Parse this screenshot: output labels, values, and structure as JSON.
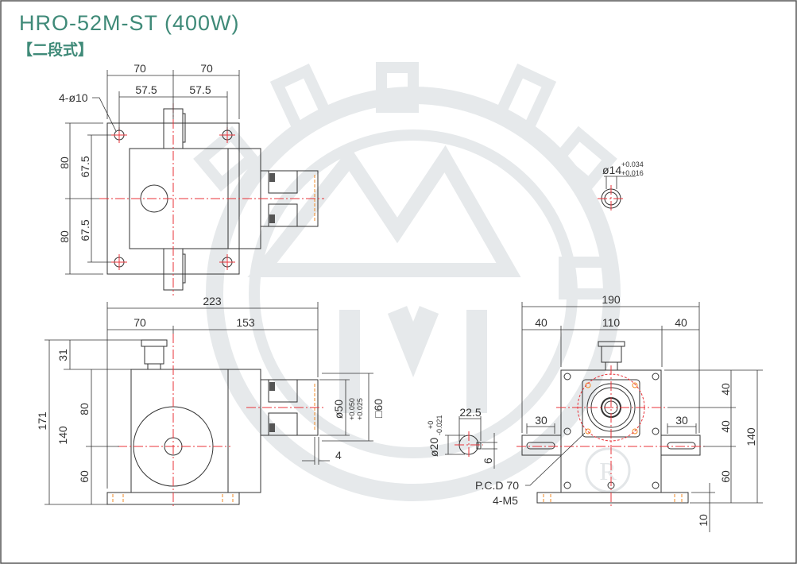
{
  "title": "HRO-52M-ST (400W)",
  "subtitle": "【二段式】",
  "top_view": {
    "d70_left": "70",
    "d70_right": "70",
    "d57_left": "57.5",
    "d57_right": "57.5",
    "hole_label": "4-ø10",
    "d80_top": "80",
    "d80_bottom": "80",
    "d67_top": "67.5",
    "d67_bottom": "67.5"
  },
  "shaft_detail": {
    "dia": "ø14",
    "tol_upper": "+0.034",
    "tol_lower": "+0.016"
  },
  "front_view": {
    "d223": "223",
    "d70": "70",
    "d153": "153",
    "d171": "171",
    "d31": "31",
    "d140": "140",
    "d80": "80",
    "d60": "60",
    "d50": "ø50",
    "d50_tol_upper": "+0.050",
    "d50_tol_lower": "+0.025",
    "d60_square": "□60",
    "d4": "4"
  },
  "key_detail": {
    "dia": "ø20",
    "tol_upper": "+0",
    "tol_lower": "-0.021",
    "d22_5": "22.5",
    "d6": "6"
  },
  "end_view": {
    "d190": "190",
    "d40_left": "40",
    "d110": "110",
    "d40_right": "40",
    "d30_left": "30",
    "d30_right": "30",
    "d40_a": "40",
    "d40_b": "40",
    "d60": "60",
    "d140": "140",
    "d10": "10",
    "pcd": "P.C.D 70",
    "screws": "4-M5"
  },
  "watermark": {
    "mark": "R"
  }
}
